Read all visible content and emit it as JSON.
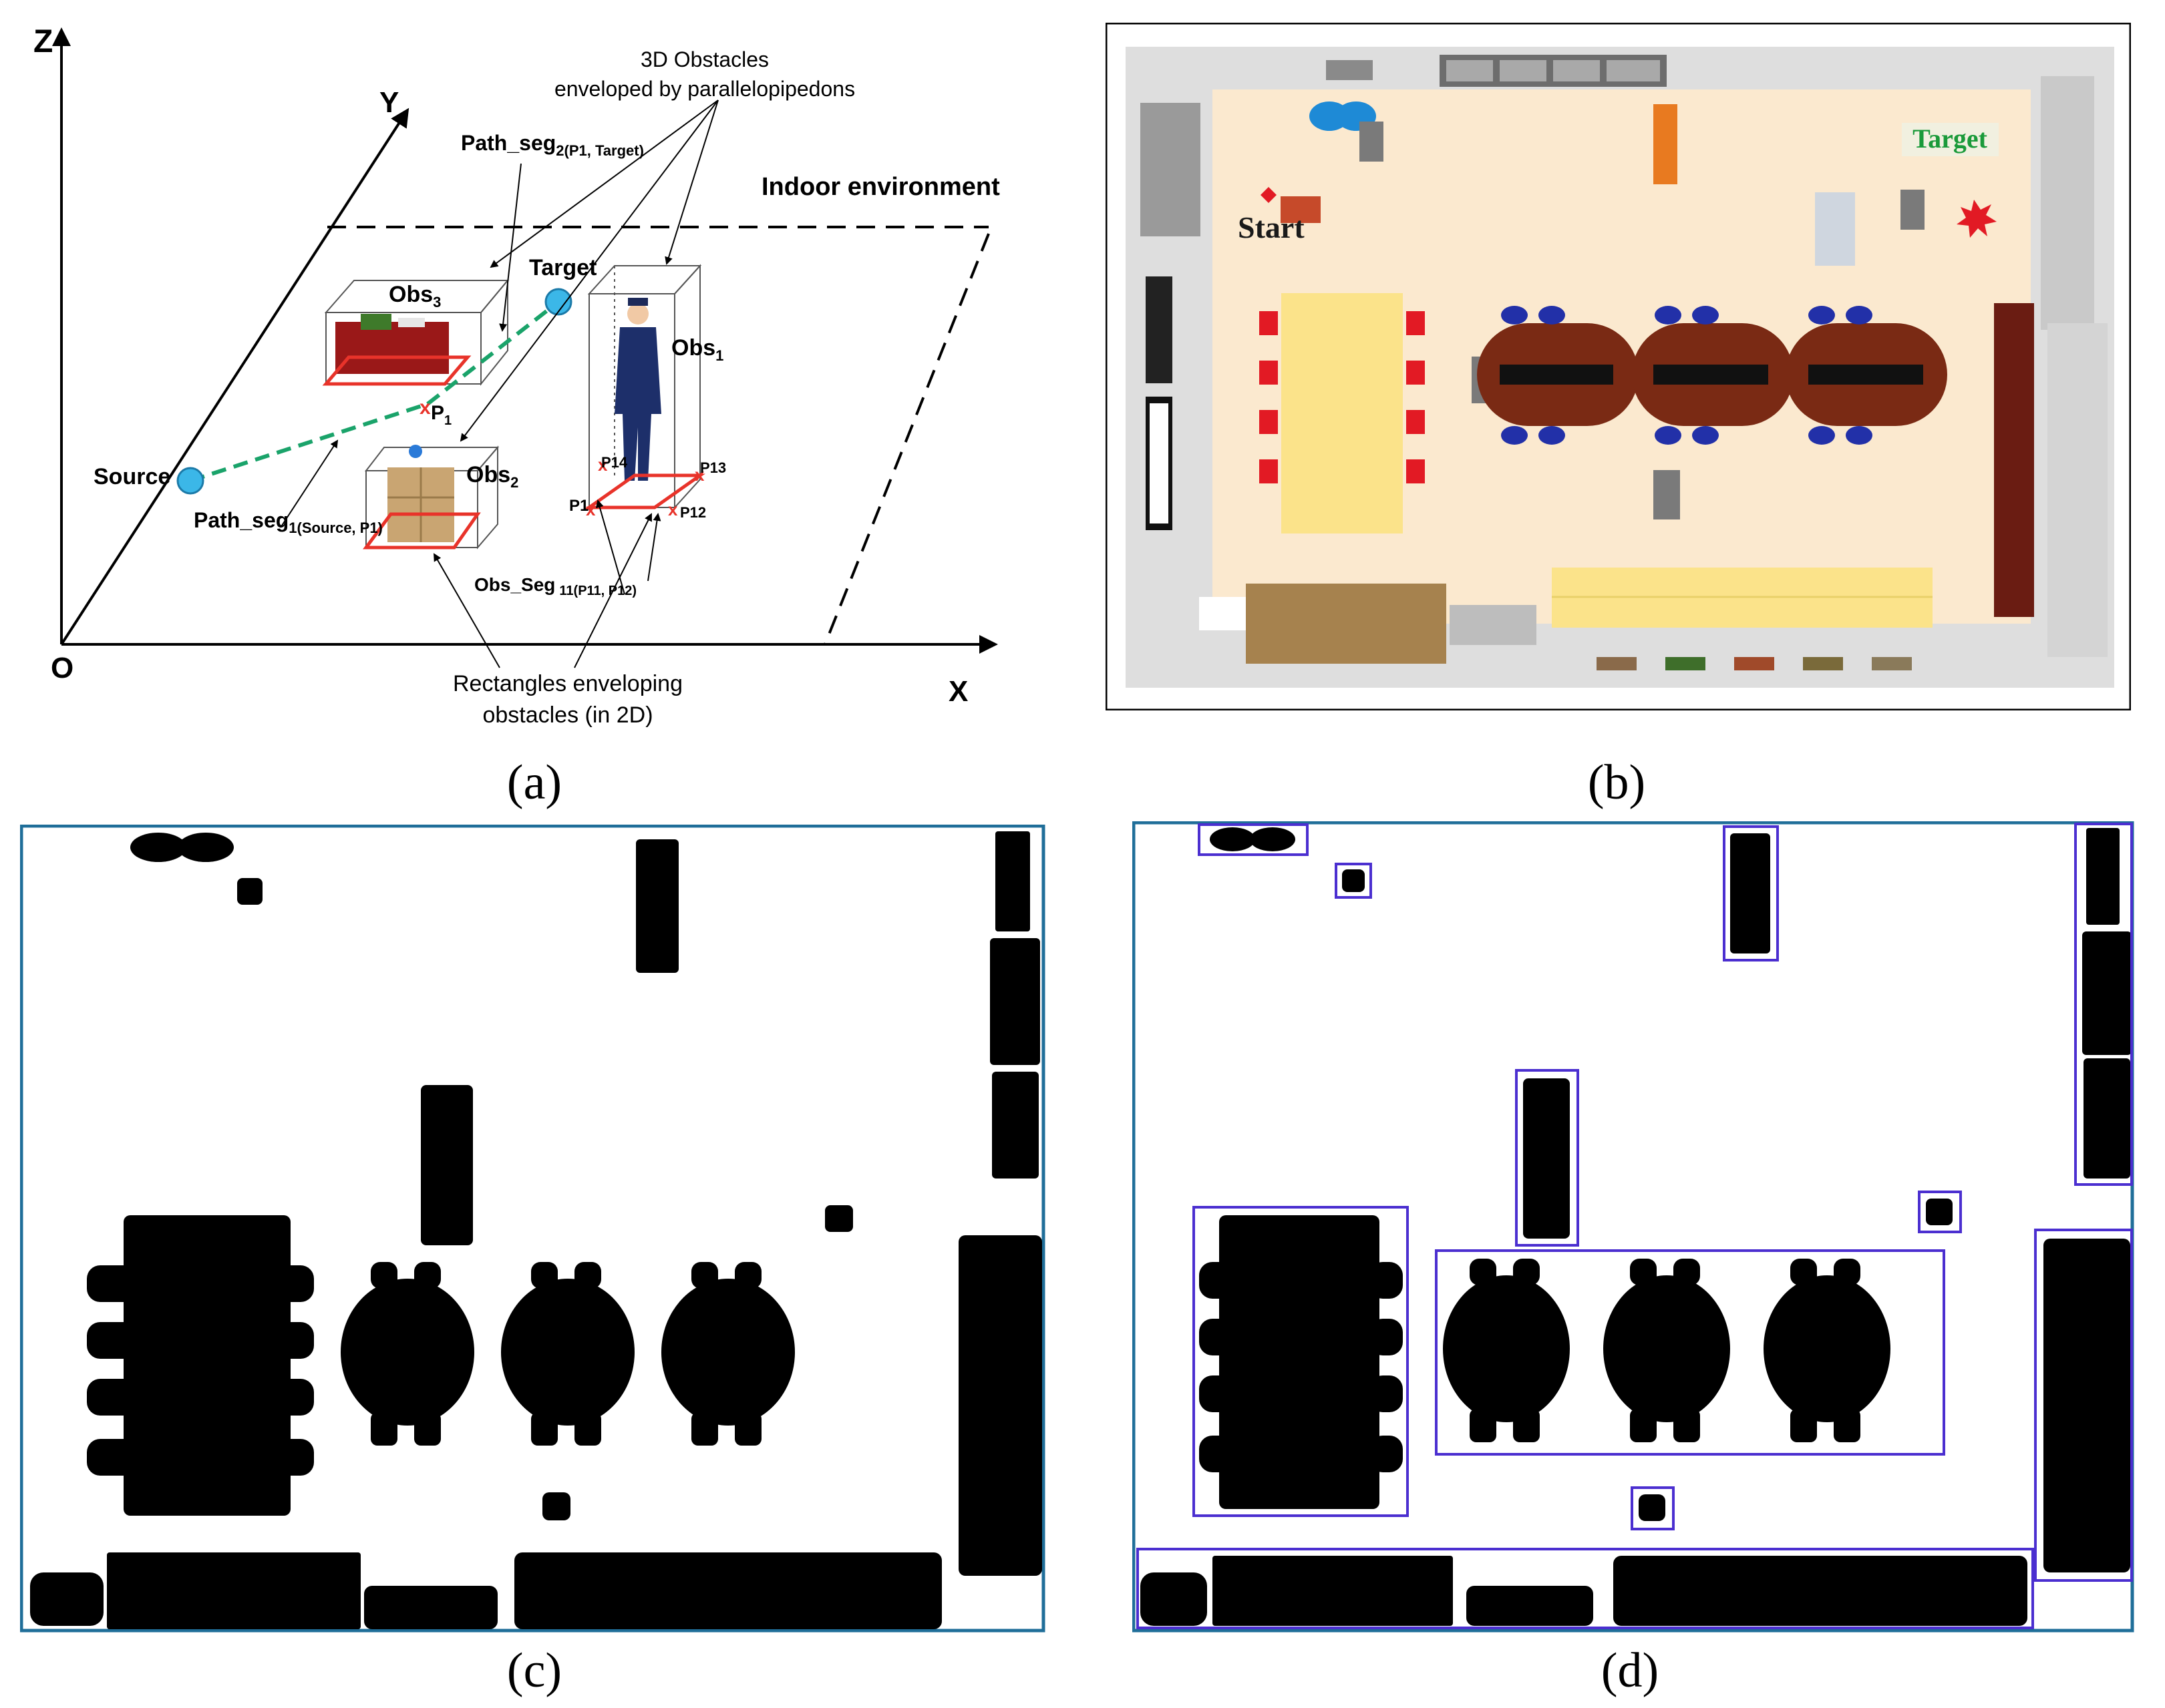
{
  "panel_a": {
    "axis_z": "Z",
    "axis_y": "Y",
    "axis_x": "X",
    "origin": "O",
    "obstacles_3d_line1": "3D Obstacles",
    "obstacles_3d_line2": "enveloped by parallelopipedons",
    "indoor_env": "Indoor environment",
    "path_seg2_main": "Path_seg",
    "path_seg2_sub": "2(P1, Target)",
    "path_seg1_main": "Path_seg",
    "path_seg1_sub": "1(Source, P1)",
    "obs1_main": "Obs",
    "obs1_sub": "1",
    "obs2_main": "Obs",
    "obs2_sub": "2",
    "obs3_main": "Obs",
    "obs3_sub": "3",
    "target": "Target",
    "source": "Source",
    "p1_main": "P",
    "p1_sub": "1",
    "p11": "P1",
    "p12": "P12",
    "p13": "P13",
    "p14": "P14",
    "obs_seg_main": "Obs_Seg",
    "obs_seg_sub": "11(P11, P12)",
    "rect_line1": "Rectangles enveloping",
    "rect_line2": "obstacles (in 2D)"
  },
  "panel_b": {
    "start": "Start",
    "target": "Target"
  },
  "captions": {
    "a": "(a)",
    "b": "(b)",
    "c": "(c)",
    "d": "(d)"
  },
  "colors": {
    "floor": "#fbe9cf",
    "table": "#fbe38a",
    "round_table": "#7a2a14",
    "chair_blue": "#2230a8",
    "chair_red": "#e21a24",
    "frame_blue": "#1f6e99",
    "bbox_purple": "#4b2fd0",
    "path_green": "#1aa36a",
    "rect_red": "#e8332a",
    "target_green": "#1a9a3a"
  }
}
